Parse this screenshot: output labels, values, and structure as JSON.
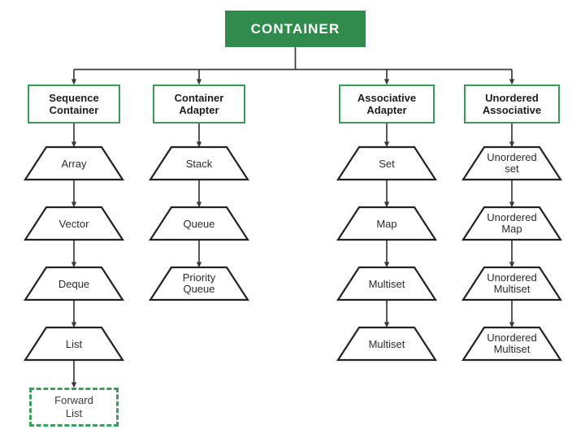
{
  "diagram": {
    "title": "CONTAINER",
    "colors": {
      "accent_green_fill": "#2f8b4b",
      "accent_green_border": "#3c9a58",
      "dashed_green": "#3f9c5c",
      "line_dark": "#3a3a3a",
      "node_stroke": "#232323",
      "background": "#ffffff",
      "root_text": "#ffffff",
      "node_text": "#2b2b2b"
    },
    "root": {
      "label": "CONTAINER"
    },
    "categories": [
      {
        "id": "sequence-container",
        "label": "Sequence\nContainer",
        "line1": "Sequence",
        "line2": "Container"
      },
      {
        "id": "container-adapter",
        "label": "Container\nAdapter",
        "line1": "Container",
        "line2": "Adapter"
      },
      {
        "id": "associative-adapter",
        "label": "Associative\nAdapter",
        "line1": "Associative",
        "line2": "Adapter"
      },
      {
        "id": "unordered-associative",
        "label": "Unordered\nAssociative",
        "line1": "Unordered",
        "line2": "Associative"
      }
    ],
    "columns": [
      {
        "id": "sequence-container",
        "nodes": [
          {
            "id": "array",
            "line1": "Array",
            "line2": "",
            "shape": "trapezoid"
          },
          {
            "id": "vector",
            "line1": "Vector",
            "line2": "",
            "shape": "trapezoid"
          },
          {
            "id": "deque",
            "line1": "Deque",
            "line2": "",
            "shape": "trapezoid"
          },
          {
            "id": "list",
            "line1": "List",
            "line2": "",
            "shape": "trapezoid"
          },
          {
            "id": "forward-list",
            "line1": "Forward",
            "line2": "List",
            "shape": "dashed-rect"
          }
        ]
      },
      {
        "id": "container-adapter",
        "nodes": [
          {
            "id": "stack",
            "line1": "Stack",
            "line2": "",
            "shape": "trapezoid"
          },
          {
            "id": "queue",
            "line1": "Queue",
            "line2": "",
            "shape": "trapezoid"
          },
          {
            "id": "priority-queue",
            "line1": "Priority",
            "line2": "Queue",
            "shape": "trapezoid"
          }
        ]
      },
      {
        "id": "associative-adapter",
        "nodes": [
          {
            "id": "set",
            "line1": "Set",
            "line2": "",
            "shape": "trapezoid"
          },
          {
            "id": "map",
            "line1": "Map",
            "line2": "",
            "shape": "trapezoid"
          },
          {
            "id": "multiset-1",
            "line1": "Multiset",
            "line2": "",
            "shape": "trapezoid"
          },
          {
            "id": "multiset-2",
            "line1": "Multiset",
            "line2": "",
            "shape": "trapezoid"
          }
        ]
      },
      {
        "id": "unordered-associative",
        "nodes": [
          {
            "id": "unordered-set",
            "line1": "Unordered",
            "line2": "set",
            "shape": "trapezoid"
          },
          {
            "id": "unordered-map",
            "line1": "Unordered",
            "line2": "Map",
            "shape": "trapezoid"
          },
          {
            "id": "unordered-multiset-1",
            "line1": "Unordered",
            "line2": "Multiset",
            "shape": "trapezoid"
          },
          {
            "id": "unordered-multiset-2",
            "line1": "Unordered",
            "line2": "Multiset",
            "shape": "trapezoid"
          }
        ]
      }
    ]
  }
}
